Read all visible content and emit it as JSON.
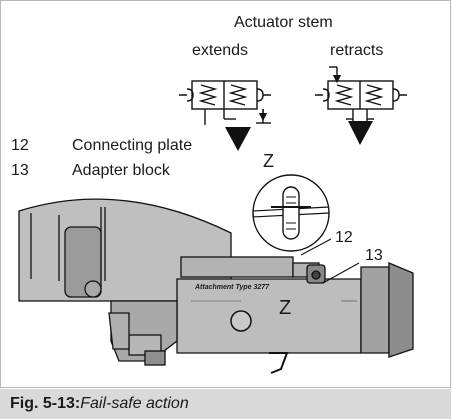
{
  "figure": {
    "stem_heading": "Actuator stem",
    "extends_label": "extends",
    "retracts_label": "retracts",
    "legend": [
      {
        "number": "12",
        "text": "Connecting plate"
      },
      {
        "number": "13",
        "text": "Adapter block"
      }
    ],
    "detail_label": "Z",
    "callout_12": "12",
    "callout_13": "13",
    "part_label_z": "Z",
    "plate_text": "Attachment Type 3277"
  },
  "caption": {
    "number": "Fig. 5-13:",
    "text": "Fail-safe action"
  }
}
